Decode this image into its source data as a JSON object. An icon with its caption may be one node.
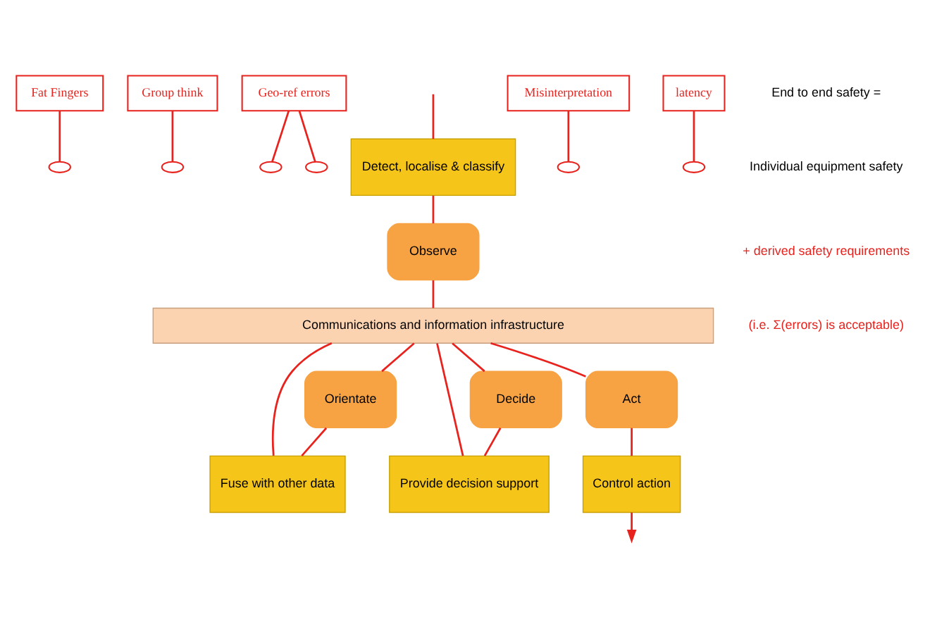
{
  "diagram": {
    "nodes": [
      {
        "text": [
          "Fat Fingers"
        ]
      },
      {
        "text": [
          "Group think"
        ]
      },
      {
        "text": [
          "Geo-ref errors"
        ]
      },
      {
        "text": [
          "Observe"
        ]
      },
      {
        "text": [
          "Orientate"
        ]
      },
      {
        "text": [
          "Decide"
        ]
      },
      {
        "text": [
          "Act"
        ]
      },
      {
        "text": [
          "Detect, localise & classify"
        ]
      },
      {
        "text": [
          "Fuse with other data"
        ]
      },
      {
        "text": [
          "Provide decision support"
        ]
      },
      {
        "text": [
          "Control action"
        ]
      },
      {
        "text": [
          "Communications and information infrastructure"
        ]
      },
      {
        "text": [
          "Misinterpretation"
        ]
      },
      {
        "text": [
          "latency"
        ]
      },
      {
        "text": [],
        "shape": "ellipse"
      },
      {
        "text": [],
        "shape": "ellipse"
      },
      {
        "text": [],
        "shape": "ellipse"
      },
      {
        "text": [],
        "shape": "ellipse"
      },
      {
        "text": [],
        "shape": "ellipse"
      },
      {
        "text": [],
        "shape": "ellipse"
      }
    ],
    "edges": [
      {
        "from": null,
        "to": 7,
        "arrow": "none"
      },
      {
        "from": 7,
        "to": 3,
        "arrow": "none"
      },
      {
        "from": 3,
        "to": 11,
        "arrow": "none"
      },
      {
        "from": 11,
        "to": 4,
        "arrow": "none"
      },
      {
        "from": 4,
        "to": 8,
        "arrow": "none"
      },
      {
        "from": 8,
        "to": 11,
        "arrow": "none"
      },
      {
        "from": 11,
        "to": 5,
        "arrow": "none"
      },
      {
        "from": 5,
        "to": 9,
        "arrow": "none"
      },
      {
        "from": 9,
        "to": 11,
        "arrow": "none"
      },
      {
        "from": 11,
        "to": 6,
        "arrow": "none"
      },
      {
        "from": 6,
        "to": 10,
        "arrow": "none"
      },
      {
        "from": 10,
        "to": null,
        "arrow": "to"
      },
      {
        "from": 0,
        "to": 14,
        "arrow": "none"
      },
      {
        "from": 1,
        "to": 15,
        "arrow": "none"
      },
      {
        "from": 2,
        "to": 16,
        "arrow": "none"
      },
      {
        "from": 2,
        "to": 17,
        "arrow": "none"
      },
      {
        "from": 12,
        "to": 18,
        "arrow": "none"
      },
      {
        "from": 13,
        "to": 19,
        "arrow": "none"
      }
    ],
    "labels": [
      "End to end safety =",
      "Individual equipment safety",
      "+ derived safety requirements",
      "(i.e. Σ(errors) is acceptable)"
    ]
  }
}
